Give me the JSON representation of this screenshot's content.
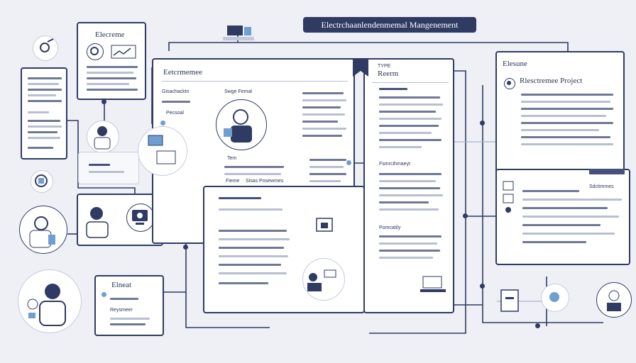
{
  "header": {
    "banner_title": "Electrchaanlendenmemal Mangenement"
  },
  "cards": {
    "top_left": {
      "title": "Elecreme"
    },
    "main": {
      "title": "Eetcrmemee"
    },
    "center": {
      "title": "Reerm",
      "tag": "TYPE"
    },
    "right": {
      "title": "Elesune",
      "subtitle": "Rlesctremee Project"
    },
    "right_lower": {
      "label": "Sdctimmes"
    },
    "bottom_left": {
      "title": "Elneat",
      "label": "Reysmeer"
    }
  },
  "labels": {
    "main_col1": "Gisachacktn",
    "main_col2": "Swge Femal",
    "main_small": "Pecsoal",
    "main_tem": "Tem",
    "main_fieme": "Fieme",
    "main_row": "Sisas Posewmes",
    "center_section1": "Fsmrcihmaeyt",
    "center_section2": "Pomcatily"
  },
  "icons": [
    "person-icon",
    "laptop-icon",
    "document-icon",
    "gear-icon",
    "chart-icon",
    "headset-icon",
    "folder-icon",
    "shield-icon",
    "monitor-icon"
  ],
  "colors": {
    "navy": "#2f3b63",
    "accent_blue": "#6e9fd0",
    "background": "#eef0f6"
  }
}
